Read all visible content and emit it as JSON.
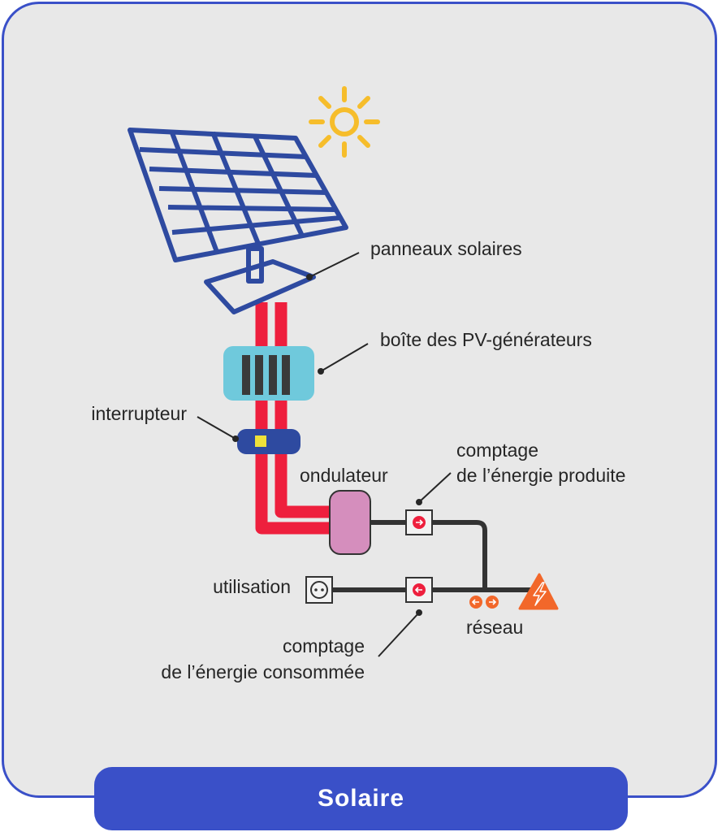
{
  "labels": {
    "panels": "panneaux solaires",
    "combiner_box": "boîte des PV-générateurs",
    "switch": "interrupteur",
    "inverter": "ondulateur",
    "production_meter_line1": "comptage",
    "production_meter_line2": "de l’énergie produite",
    "usage": "utilisation",
    "grid": "réseau",
    "consumption_meter_line1": "comptage",
    "consumption_meter_line2": "de l’énergie consommée"
  },
  "footer": {
    "title": "Solaire"
  },
  "colors": {
    "frame": "#3a50c8",
    "background": "#e8e8e8",
    "panel": "#2e4aa0",
    "sun": "#f6bd2b",
    "cable": "#ee1f3d",
    "combiner_box": "#6fc9dc",
    "inverter": "#d58ebd",
    "grid_symbol": "#f2672a",
    "wire": "#333333"
  }
}
